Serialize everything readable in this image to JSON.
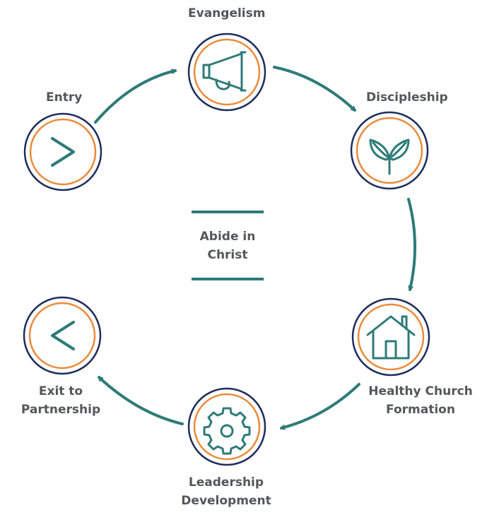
{
  "center_text": {
    "line1": "Abide in",
    "line2": "Christ"
  },
  "stages": {
    "evangelism": {
      "label": "Evangelism",
      "icon": "megaphone-icon"
    },
    "entry": {
      "label": "Entry",
      "icon": "chevron-right-icon"
    },
    "discipleship": {
      "label": "Discipleship",
      "icon": "sprout-icon"
    },
    "healthy_church": {
      "line1": "Healthy Church",
      "line2": "Formation",
      "icon": "house-icon"
    },
    "leadership": {
      "line1": "Leadership",
      "line2": "Development",
      "icon": "gear-icon"
    },
    "exit": {
      "line1": "Exit to",
      "line2": "Partnership",
      "icon": "chevron-left-icon"
    }
  },
  "colors": {
    "teal": "#2e7b78",
    "orange": "#ec8a3a",
    "navy": "#1d2d5c",
    "text": "#54565b"
  }
}
